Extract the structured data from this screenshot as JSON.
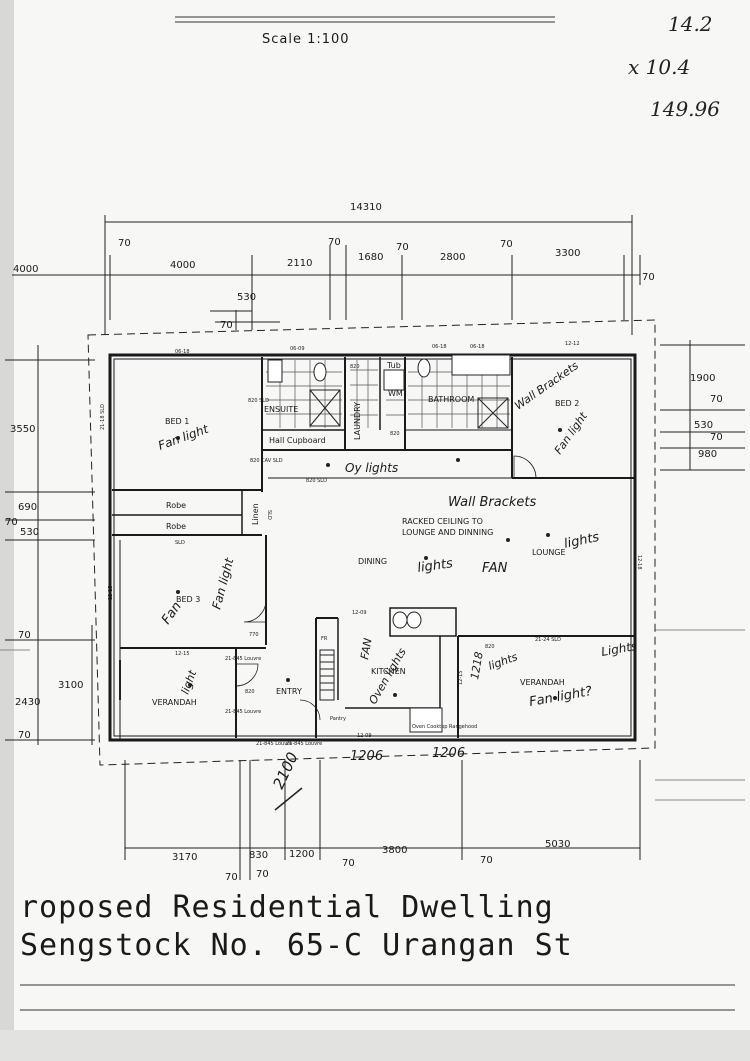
{
  "scale": "Scale 1:100",
  "top_title_fragment": "FLOOR PLAN",
  "notes": {
    "n1": "14.2",
    "n2": "x 10.4",
    "n3": "149.96"
  },
  "title": {
    "line1": "roposed Residential Dwelling",
    "line2": "Sengstock No. 65-C Urangan St"
  },
  "dims": {
    "overall": "14310",
    "top": [
      "70",
      "4000",
      "2110",
      "1680",
      "70",
      "2800",
      "70",
      "3300",
      "70",
      "70",
      "530",
      "70",
      "4000"
    ],
    "left": [
      "3550",
      "690",
      "70",
      "530",
      "70",
      "2430",
      "3100",
      "70"
    ],
    "right": [
      "1900",
      "70",
      "530",
      "70",
      "980"
    ],
    "bottom": [
      "3170",
      "830",
      "1200",
      "3800",
      "5030",
      "70",
      "70",
      "70",
      "70"
    ],
    "hand": [
      "1206",
      "1206",
      "2100"
    ]
  },
  "rooms": {
    "bed1": "BED 1",
    "bed2": "BED 2",
    "bed3": "BED 3",
    "ensuite": "ENSUITE",
    "laundry": "LAUNDRY",
    "bathroom": "BATHROOM",
    "hall_cupboard": "Hall Cupboard",
    "tub": "Tub",
    "wm": "WM",
    "robe1": "Robe",
    "robe2": "Robe",
    "linen": "Linen",
    "racked1": "RACKED CEILING TO",
    "racked2": "LOUNGE AND DINNING",
    "dining": "DINING",
    "lounge": "LOUNGE",
    "kitchen": "KITCHEN",
    "entry": "ENTRY",
    "verandah_l": "VERANDAH",
    "verandah_r": "VERANDAH",
    "pantry": "Pantry",
    "fr": "FR",
    "oven": "Oven Cooktop Rangehood"
  },
  "codes": {
    "c1": "06-18",
    "c2": "06-09",
    "c3": "06-18",
    "c4": "12-12",
    "c5": "06-18",
    "c6": "820 SLD",
    "c7": "820",
    "c8": "820",
    "c9": "820 CAV SLD",
    "c10": "820 SLD",
    "c11": "21-18 SLD",
    "c12": "12-15",
    "c13": "12-18",
    "c14": "SLD",
    "c15": "770",
    "c16": "820",
    "c17": "21-845 Louvre",
    "c18": "21-845 Louvre",
    "c19": "12-15",
    "c20": "12-09",
    "c21": "12-09",
    "c22": "21-24 SLD",
    "c23": "12-15",
    "c24": "21-845 Louvre",
    "c25": "21-845 Louvre",
    "c26": "SLD",
    "c27": "820"
  },
  "handwritten": {
    "h1": "Fan light",
    "h2": "Wall Brackets",
    "h3": "Fan light",
    "h4": "Oy lights",
    "h5": "Wall Brackets",
    "h6": "lights",
    "h7": "FAN",
    "h8": "lights",
    "h9": "Fan",
    "h10": "Oven lights",
    "h11": "light",
    "h12": "FAN",
    "h13": "Fan light",
    "h14": "lights",
    "h15": "Lights",
    "h16": "Fan light?",
    "h17": "1218"
  }
}
